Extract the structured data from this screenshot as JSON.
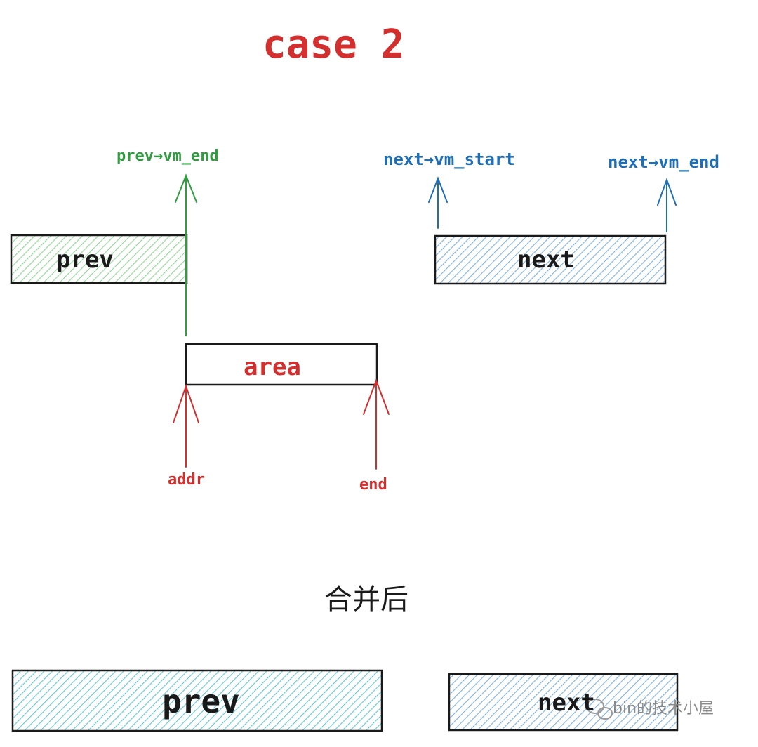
{
  "title": "case 2",
  "before": {
    "prev_box": "prev",
    "next_box": "next",
    "area_box": "area",
    "prev_vm_end": "prev→vm_end",
    "next_vm_start": "next→vm_start",
    "next_vm_end": "next→vm_end",
    "addr": "addr",
    "end": "end"
  },
  "after_label": "合并后",
  "after": {
    "prev_box": "prev",
    "next_box": "next"
  },
  "watermark": "bin的技术小屋",
  "colors": {
    "red": "#d32f2f",
    "green": "#2e9e3f",
    "blue": "#1f6fb8",
    "green_fill": "#8fd694",
    "blue_fill": "#7fb2e5",
    "teal_fill": "#63c7d4",
    "outline": "#1a1a1a"
  }
}
